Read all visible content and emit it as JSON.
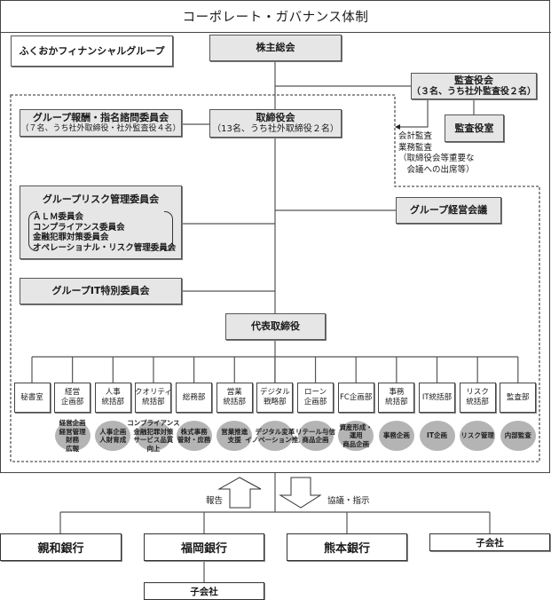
{
  "title": "コーポレート・ガバナンス体制",
  "company": "ふくおかフィナンシャルグループ",
  "shareholders_meeting": "株主総会",
  "audit_board": {
    "name": "監査役会",
    "detail": "（３名、うち社外監査役２名）"
  },
  "audit_office": "監査役室",
  "audit_notes": [
    "会計監査",
    "業務監査",
    "（取締役会等重要な",
    "　会議への出席等）"
  ],
  "nomination_committee": {
    "name": "グループ報酬・指名諮問委員会",
    "detail": "（７名、うち社外取締役・社外監査役４名）"
  },
  "board": {
    "name": "取締役会",
    "detail": "（13名、うち社外取締役２名）"
  },
  "risk_committee": {
    "name": "グループリスク管理委員会",
    "members": [
      "ＡＬＭ委員会",
      "コンプライアンス委員会",
      "金融犯罪対策委員会",
      "オペレーショナル・リスク管理委員会"
    ]
  },
  "management_meeting": "グループ経営会議",
  "it_committee": "グループIT特別委員会",
  "president": "代表取締役",
  "departments": [
    {
      "name": [
        "秘書室"
      ],
      "functions": []
    },
    {
      "name": [
        "経営",
        "企画部"
      ],
      "functions": [
        "経営企画",
        "経営管理",
        "財務",
        "広報"
      ]
    },
    {
      "name": [
        "人事",
        "統括部"
      ],
      "functions": [
        "人事企画",
        "人財育成"
      ]
    },
    {
      "name": [
        "クオリティ",
        "統括部"
      ],
      "functions": [
        "コンプライアンス",
        "金融犯罪対策",
        "サービス品質",
        "向上"
      ]
    },
    {
      "name": [
        "総務部"
      ],
      "functions": [
        "株式事務",
        "管財・庶務"
      ]
    },
    {
      "name": [
        "営業",
        "統括部"
      ],
      "functions": [
        "営業推進",
        "支援"
      ]
    },
    {
      "name": [
        "デジタル",
        "戦略部"
      ],
      "functions": [
        "デジタル変革",
        "イノベーション推進"
      ]
    },
    {
      "name": [
        "ローン",
        "企画部"
      ],
      "functions": [
        "リテール与信",
        "商品企画"
      ]
    },
    {
      "name": [
        "FC企画部"
      ],
      "functions": [
        "資産形成・",
        "運用",
        "商品企画"
      ]
    },
    {
      "name": [
        "事務",
        "統括部"
      ],
      "functions": [
        "事務企画"
      ]
    },
    {
      "name": [
        "IT統括部"
      ],
      "functions": [
        "IT企画"
      ]
    },
    {
      "name": [
        "リスク",
        "統括部"
      ],
      "functions": [
        "リスク管理"
      ]
    },
    {
      "name": [
        "監査部"
      ],
      "functions": [
        "内部監査"
      ]
    }
  ],
  "flows": {
    "report": "報告",
    "instruct": "協議・指示"
  },
  "group_companies": [
    "親和銀行",
    "福岡銀行",
    "熊本銀行",
    "子会社"
  ],
  "fukuoka_subsidiary": "子会社"
}
